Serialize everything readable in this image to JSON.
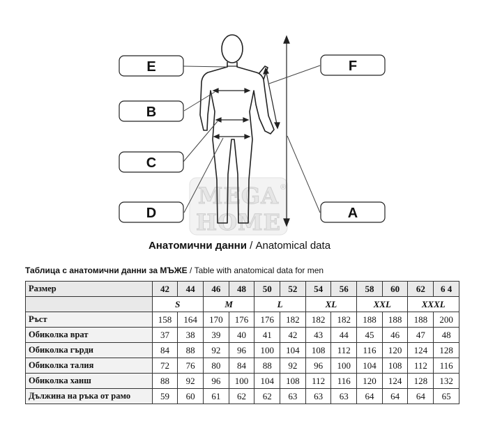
{
  "diagram": {
    "labels": {
      "a": "A",
      "b": "B",
      "c": "C",
      "d": "D",
      "e": "E",
      "f": "F"
    },
    "watermark_line1": "MEGA",
    "watermark_line2": "HOME",
    "watermark_mark": "®"
  },
  "caption": {
    "bold": "Анатомични данни",
    "rest": " / Anatomical data"
  },
  "table": {
    "title_bold": "Таблица с анатомични данни за МЪЖЕ",
    "title_rest": " / Table with anatomical data for men",
    "header_label": "Размер",
    "sizes": [
      "42",
      "44",
      "46",
      "48",
      "50",
      "52",
      "54",
      "56",
      "58",
      "60",
      "62",
      "6 4"
    ],
    "letters": [
      "S",
      "M",
      "L",
      "XL",
      "XXL",
      "XXXL"
    ],
    "rows": [
      {
        "label": "Ръст",
        "values": [
          "158",
          "164",
          "170",
          "176",
          "176",
          "182",
          "182",
          "182",
          "188",
          "188",
          "188",
          "200"
        ]
      },
      {
        "label": "Обиколка врат",
        "values": [
          "37",
          "38",
          "39",
          "40",
          "41",
          "42",
          "43",
          "44",
          "45",
          "46",
          "47",
          "48"
        ]
      },
      {
        "label": "Обиколка гърди",
        "values": [
          "84",
          "88",
          "92",
          "96",
          "100",
          "104",
          "108",
          "112",
          "116",
          "120",
          "124",
          "128"
        ]
      },
      {
        "label": "Обиколка талия",
        "values": [
          "72",
          "76",
          "80",
          "84",
          "88",
          "92",
          "96",
          "100",
          "104",
          "108",
          "112",
          "116"
        ]
      },
      {
        "label": "Обиколка ханш",
        "values": [
          "88",
          "92",
          "96",
          "100",
          "104",
          "108",
          "112",
          "116",
          "120",
          "124",
          "128",
          "132"
        ]
      },
      {
        "label": "Дължина на ръка от рамо",
        "values": [
          "59",
          "60",
          "61",
          "62",
          "62",
          "63",
          "63",
          "63",
          "64",
          "64",
          "64",
          "65"
        ]
      }
    ]
  }
}
